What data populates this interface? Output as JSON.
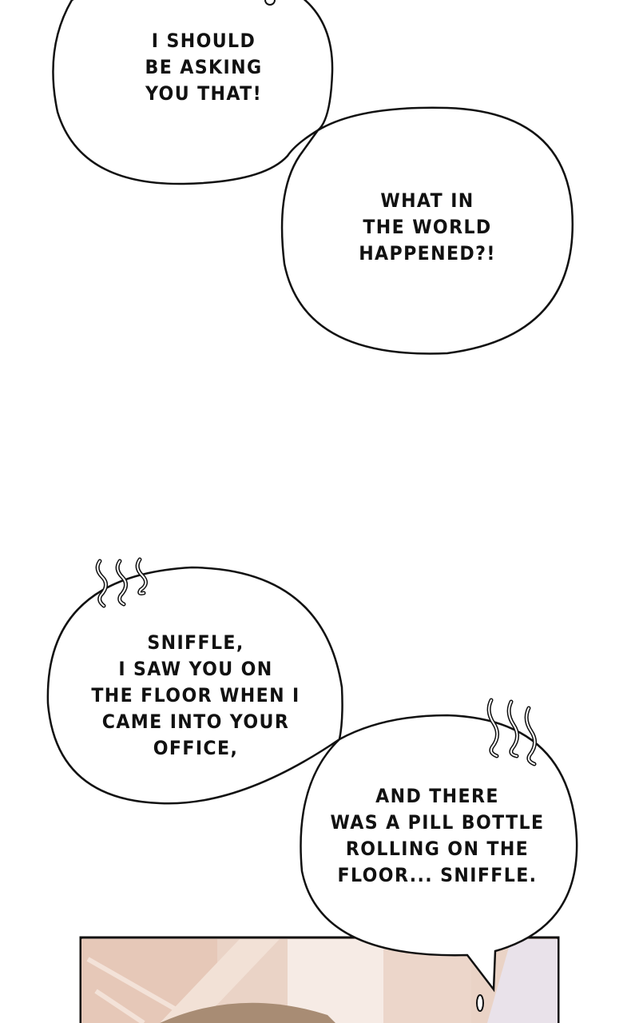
{
  "bubbles": [
    {
      "lines": [
        "I should",
        "be asking",
        "you that!"
      ]
    },
    {
      "lines": [
        "What in",
        "the world",
        "happened?!"
      ]
    },
    {
      "lines": [
        "Sniffle,",
        "I saw you on",
        "the floor when I",
        "came into your",
        "office,"
      ]
    },
    {
      "lines": [
        "And there",
        "was a pill bottle",
        "rolling on the",
        "floor... sniffle."
      ]
    }
  ],
  "colors": {
    "panel_wall": "#e9cfc0",
    "hair": "#a88c74",
    "border": "#111111"
  }
}
